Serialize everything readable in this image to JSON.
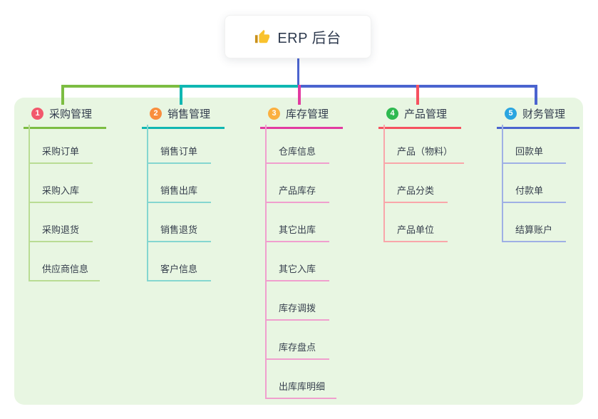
{
  "root": {
    "title": "ERP 后台",
    "icon": "thumbs-up-icon",
    "icon_color": "#f9c22e",
    "stem_color": "#4b64cf"
  },
  "panel": {
    "background": "#e8f6e2"
  },
  "branches": [
    {
      "index": "1",
      "label": "采购管理",
      "badge_color": "#f2586c",
      "line_color": "#7cbd42",
      "child_line_color": "#b9dc94",
      "children": [
        "采购订单",
        "采购入库",
        "采购退货",
        "供应商信息"
      ]
    },
    {
      "index": "2",
      "label": "销售管理",
      "badge_color": "#f98e3d",
      "line_color": "#10b7b2",
      "child_line_color": "#84d6d0",
      "children": [
        "销售订单",
        "销售出库",
        "销售退货",
        "客户信息"
      ]
    },
    {
      "index": "3",
      "label": "库存管理",
      "badge_color": "#fbb040",
      "line_color": "#e23ba1",
      "child_line_color": "#f09fce",
      "children": [
        "仓库信息",
        "产品库存",
        "其它出库",
        "其它入库",
        "库存调拨",
        "库存盘点",
        "出库库明细"
      ]
    },
    {
      "index": "4",
      "label": "产品管理",
      "badge_color": "#2eb950",
      "line_color": "#f6515f",
      "child_line_color": "#f9a6aa",
      "children": [
        "产品（物料）",
        "产品分类",
        "产品单位"
      ]
    },
    {
      "index": "5",
      "label": "财务管理",
      "badge_color": "#2aa5e0",
      "line_color": "#4b64cf",
      "child_line_color": "#9fb0e5",
      "children": [
        "回款单",
        "付款单",
        "结算账户"
      ]
    }
  ]
}
